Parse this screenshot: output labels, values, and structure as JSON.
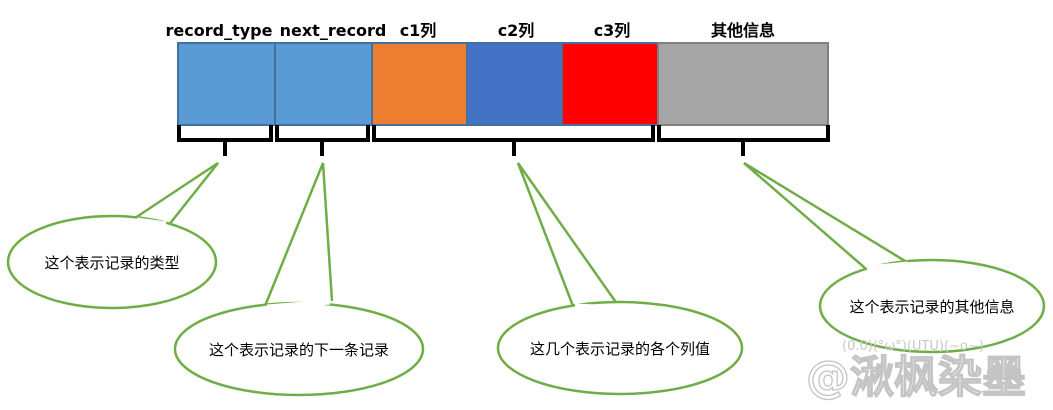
{
  "fields": [
    {
      "label": "record_type",
      "color": "#5B9BD5"
    },
    {
      "label": "next_record",
      "color": "#5B9BD5"
    },
    {
      "label": "c1列",
      "color": "#ED7D31"
    },
    {
      "label": "c2列",
      "color": "#4472C4"
    },
    {
      "label": "c3列",
      "color": "#FF0000"
    },
    {
      "label": "其他信息",
      "color": "#A5A5A5"
    }
  ],
  "callouts": [
    {
      "text": "这个表示记录的类型"
    },
    {
      "text": "这个表示记录的下一条记录"
    },
    {
      "text": "这几个表示记录的各个列值"
    },
    {
      "text": "这个表示记录的其他信息"
    }
  ],
  "callout_style": {
    "stroke": "#70AD47"
  },
  "watermark": {
    "faces": "(0.0)(°ω°)(UTU)(~o~)",
    "signature": "@湫枫染墨"
  }
}
